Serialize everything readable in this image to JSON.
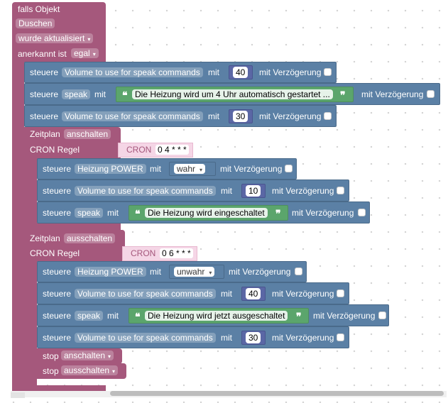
{
  "event": {
    "falls": "falls Objekt",
    "object": "Duschen",
    "trigger": "wurde aktualisiert",
    "ack_label": "anerkannt ist",
    "ack_value": "egal"
  },
  "steuere_label": "steuere",
  "mit_label": "mit",
  "delay_label": "mit Verzögerung",
  "top_blocks": [
    {
      "target": "Volume to use for speak commands",
      "value": "40"
    },
    {
      "target": "speak",
      "value": "Die Heizung wird um 4 Uhr automatisch gestartet ..."
    },
    {
      "target": "Volume to use for speak commands",
      "value": "30"
    }
  ],
  "schedule_on": {
    "label": "Zeitplan",
    "name": "anschalten",
    "cron_label": "CRON Regel",
    "cron_tag": "CRON",
    "cron_value": "0 4 * * *",
    "blocks": [
      {
        "target": "Heizung POWER",
        "value": "wahr"
      },
      {
        "target": "Volume to use for speak commands",
        "value": "10"
      },
      {
        "target": "speak",
        "value": "Die Heizung wird eingeschaltet"
      }
    ]
  },
  "schedule_off": {
    "label": "Zeitplan",
    "name": "ausschalten",
    "cron_label": "CRON Regel",
    "cron_tag": "CRON",
    "cron_value": "0 6 * * *",
    "blocks": [
      {
        "target": "Heizung POWER",
        "value": "unwahr"
      },
      {
        "target": "Volume to use for speak commands",
        "value": "40"
      },
      {
        "target": "speak",
        "value": "Die Heizung wird jetzt ausgeschaltet"
      },
      {
        "target": "Volume to use for speak commands",
        "value": "30"
      }
    ]
  },
  "stops": [
    {
      "label": "stop",
      "value": "anschalten"
    },
    {
      "label": "stop",
      "value": "ausschalten"
    }
  ],
  "colors": {
    "event": "#a5587c",
    "control": "#5b80a5",
    "text": "#5ba56c",
    "number": "#5b67a5"
  }
}
